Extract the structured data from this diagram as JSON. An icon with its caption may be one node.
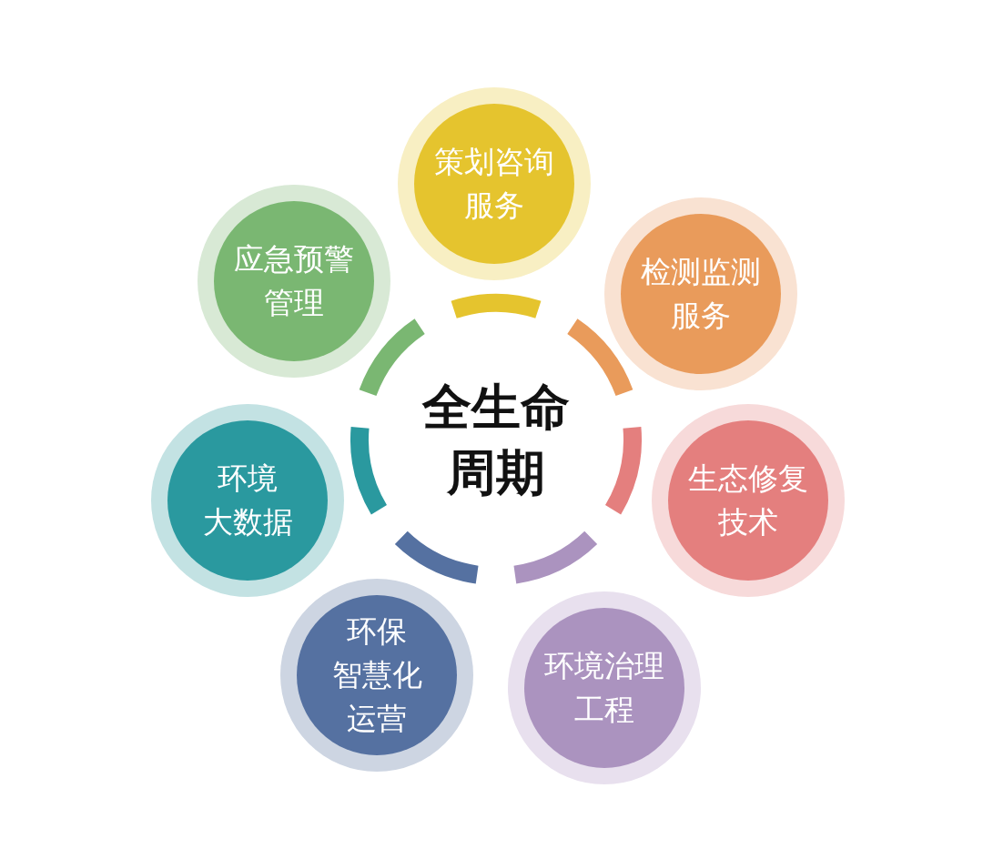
{
  "diagram": {
    "nodes": [
      {
        "text": [
          "全生命周期"
        ]
      },
      {
        "text": [
          "策划咨询服务"
        ]
      },
      {
        "text": [
          "检测监测服务"
        ]
      },
      {
        "text": [
          "生态修复技术"
        ]
      },
      {
        "text": [
          "环境治理工程"
        ]
      },
      {
        "text": [
          "环保智慧化运营"
        ]
      },
      {
        "text": [
          "环境大数据"
        ]
      },
      {
        "text": [
          "应急预警管理"
        ]
      }
    ]
  }
}
